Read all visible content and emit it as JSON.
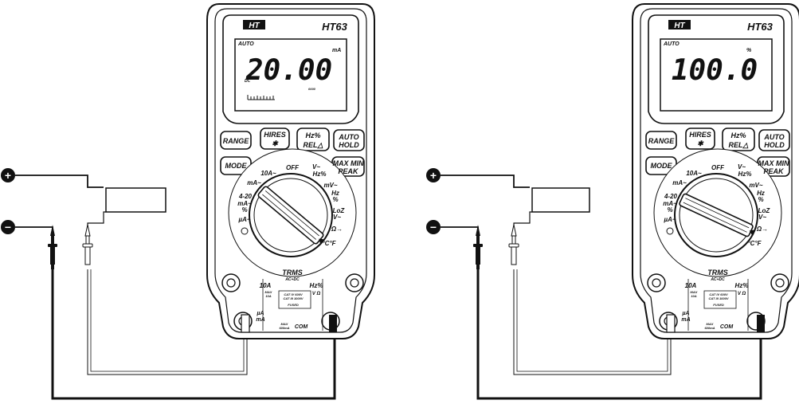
{
  "meters": [
    {
      "brand": "HT",
      "model": "HT63",
      "auto": "AUTO",
      "reading": "20.00",
      "unit": "mA",
      "dc": "DC",
      "small": "0000",
      "bargraph": true
    },
    {
      "brand": "HT",
      "model": "HT63",
      "auto": "AUTO",
      "reading": "100.0",
      "unit": "%",
      "dc": "",
      "small": "",
      "bargraph": false
    }
  ],
  "buttons": {
    "range": "RANGE",
    "hires": "HIRES",
    "hz": "Hz%",
    "rel": "REL△",
    "auto": "AUTO",
    "hold": "HOLD",
    "mode": "MODE",
    "maxmin": "MAX MIN",
    "peak": "PEAK"
  },
  "dial": {
    "off": "OFF",
    "a10": "10A~",
    "ma": "mA~",
    "range420": "4-20",
    "ma2": "mA~",
    "pct": "%",
    "ua": "µA~",
    "v": "V~",
    "hzpct": "Hz%",
    "mv": "mV~",
    "hz": "Hz",
    "pct2": "%",
    "loz": "LoZ",
    "v2": "V~",
    "ohm": "Ω→",
    "temp": "°C°F"
  },
  "terminals": {
    "trms": "TRMS",
    "acdc": "AC+DC",
    "a10": "10A",
    "max10a": "MAX",
    "max10b": "10A",
    "cat1": "CAT IV 600V",
    "cat2": "CAT III 1000V",
    "fused": "FUSED",
    "hzpct": "Hz%",
    "vohm": "V Ω",
    "ua": "µA",
    "ma": "mA",
    "maxa": "MAX",
    "maxb": "600mA",
    "com": "COM"
  },
  "source": {
    "plus": "+",
    "minus": "−"
  }
}
